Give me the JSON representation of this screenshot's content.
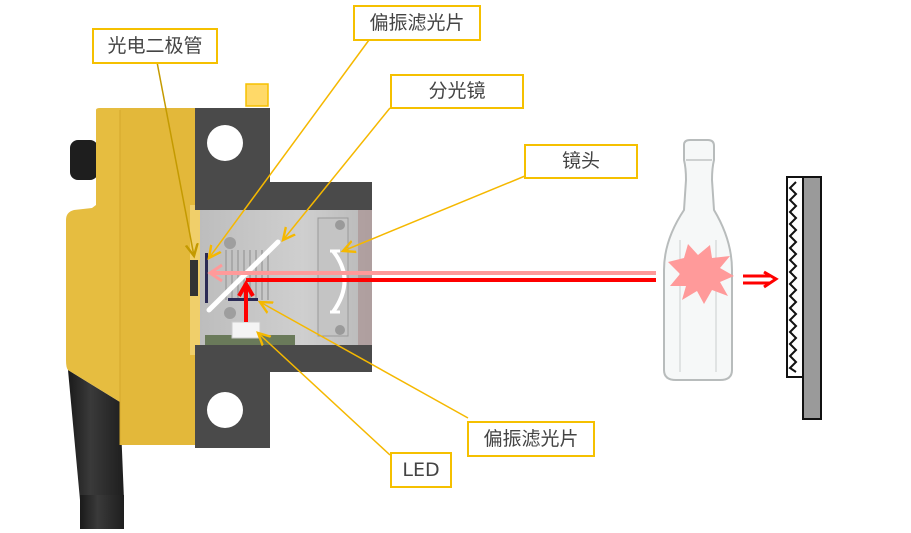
{
  "diagram": {
    "title": "Polarized retro-reflective photoelectric sensor detecting transparent bottle",
    "labels": {
      "photodiode": "光电二极管",
      "polarizer_receive": "偏振滤光片",
      "beam_splitter": "分光镜",
      "lens": "镜头",
      "polarizer_emit": "偏振滤光片",
      "led": "LED"
    },
    "colors": {
      "housing": "#e8bf45",
      "housing_dark": "#dcae30",
      "bracket": "#4a4a4a",
      "callout_border": "#f5c000",
      "leader_line": "#f5b800",
      "emit_beam": "#ff0000",
      "return_beam": "#ff9a9a",
      "burst": "#ff9a9a",
      "reflector": "#9a9a9a",
      "cable": "#2a2a2a"
    },
    "components": [
      {
        "name": "sensor-housing"
      },
      {
        "name": "mounting-bracket"
      },
      {
        "name": "optics-chamber"
      },
      {
        "name": "glass-bottle"
      },
      {
        "name": "retro-reflector"
      }
    ]
  }
}
